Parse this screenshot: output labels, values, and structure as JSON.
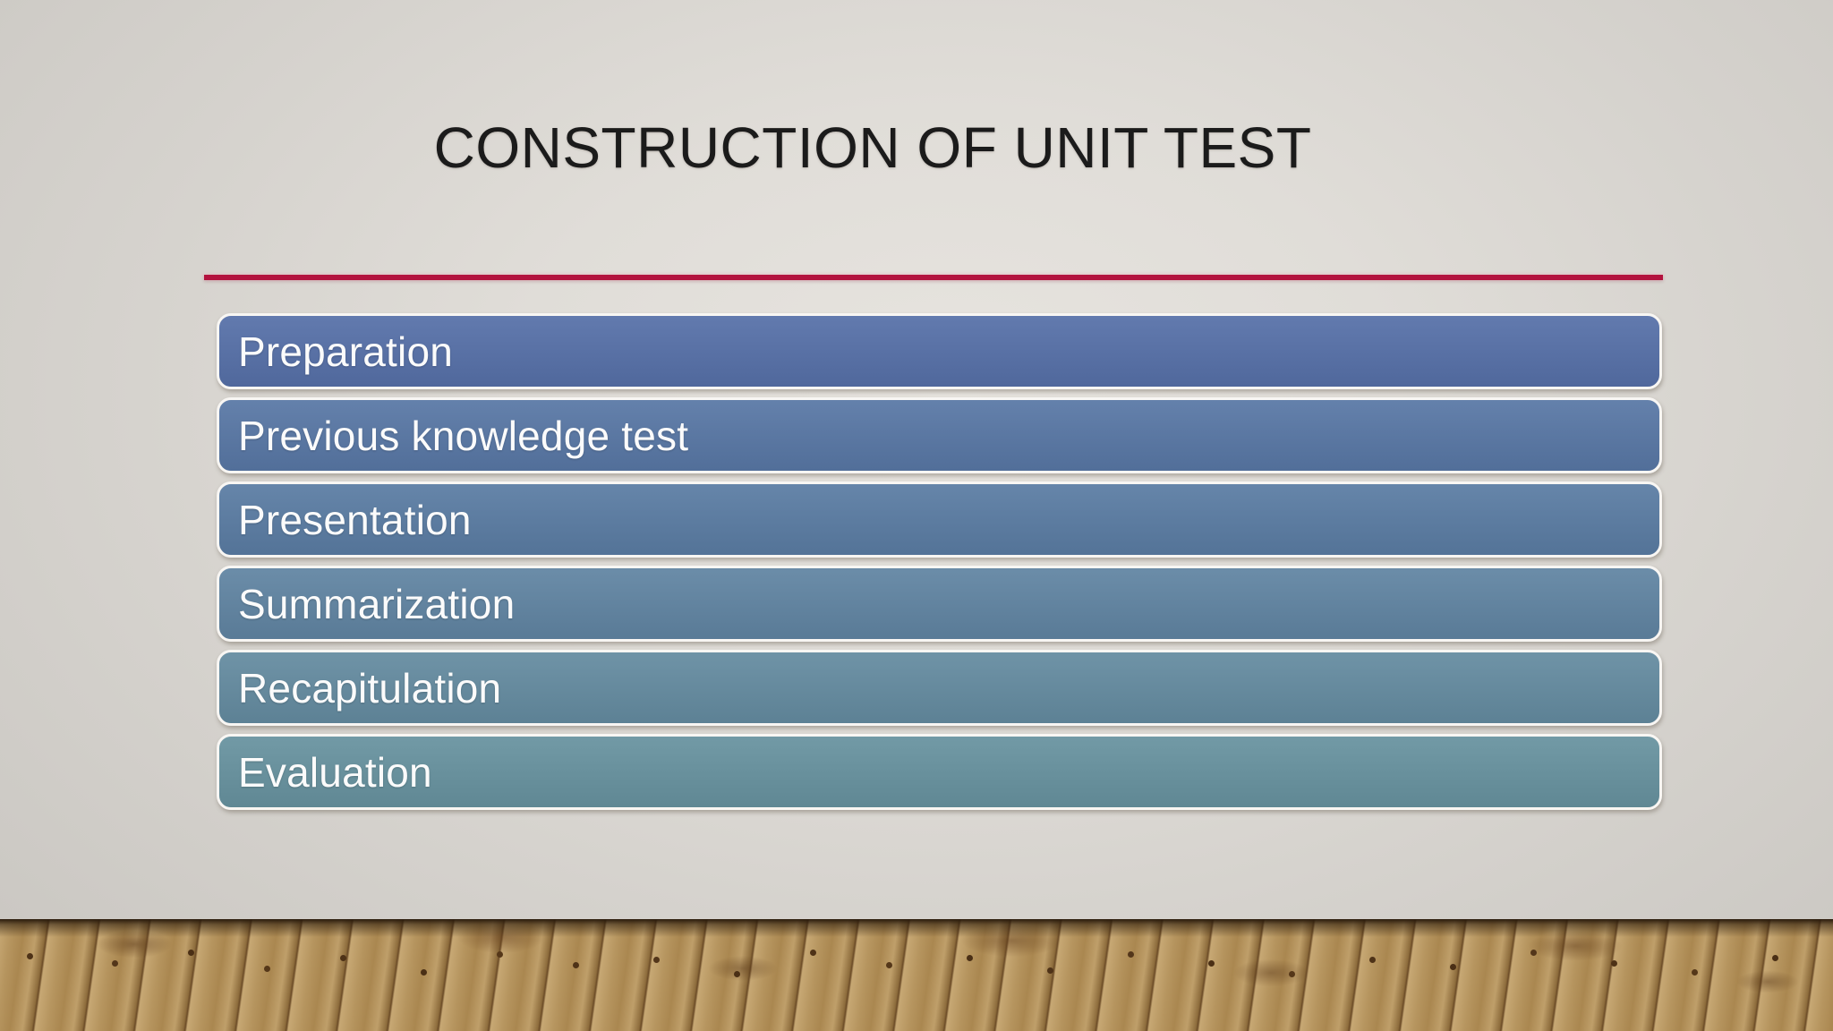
{
  "slide": {
    "title": "CONSTRUCTION OF UNIT TEST",
    "items": [
      {
        "label": "Preparation",
        "color": "#5670a8"
      },
      {
        "label": "Previous knowledge test",
        "color": "#5877a5"
      },
      {
        "label": "Presentation",
        "color": "#5a7ca3"
      },
      {
        "label": "Summarization",
        "color": "#6084a2"
      },
      {
        "label": "Recapitulation",
        "color": "#648ba0"
      },
      {
        "label": "Evaluation",
        "color": "#67929f"
      }
    ],
    "colors": {
      "accent_line": "#b3123e",
      "title_text": "#1b1b1b",
      "bar_text": "#fbfbfb",
      "bar_border": "#f8f6f3",
      "wall_center": "#e7e4df",
      "wall_edge": "#cbc8c3",
      "floor_base": "#b6955f",
      "floor_seam": "#6a4a26"
    }
  }
}
